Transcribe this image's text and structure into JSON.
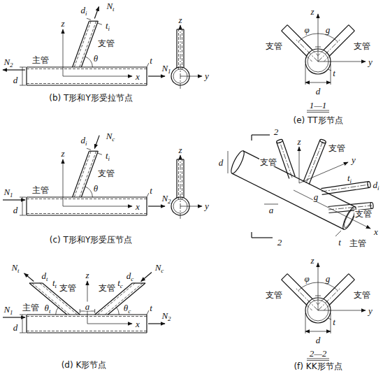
{
  "diagram": {
    "labels": [
      "Nt",
      "di",
      "ti",
      "z",
      "支管",
      "主管",
      "θ",
      "N2",
      "d",
      "N1",
      "x",
      "t",
      "z",
      "y",
      "(b) T形和Y形受拉节点",
      "Nc",
      "di",
      "ti",
      "z",
      "支管",
      "N1",
      "主管",
      "θ",
      "N2",
      "d",
      "x",
      "t",
      "z",
      "y",
      "(c) T形和Y形受压节点",
      "Nt",
      "dt",
      "tt",
      "z",
      "支管",
      "a",
      "支管",
      "tc",
      "dc",
      "Nc",
      "主管",
      "θt",
      "θc",
      "N1",
      "N2",
      "d",
      "x",
      "t",
      "(d) K形节点",
      "z",
      "φ",
      "g",
      "支管",
      "支管",
      "y",
      "t",
      "d",
      "1—1",
      "(e) TT形节点",
      "2",
      "z",
      "y",
      "d",
      "支管",
      "支管",
      "ti",
      "di",
      "支管",
      "g",
      "a",
      "x",
      "主管",
      "t",
      "2",
      "z",
      "φ",
      "g",
      "支管",
      "支管",
      "y",
      "t",
      "d",
      "2—2",
      "(f) KK形节点"
    ]
  }
}
